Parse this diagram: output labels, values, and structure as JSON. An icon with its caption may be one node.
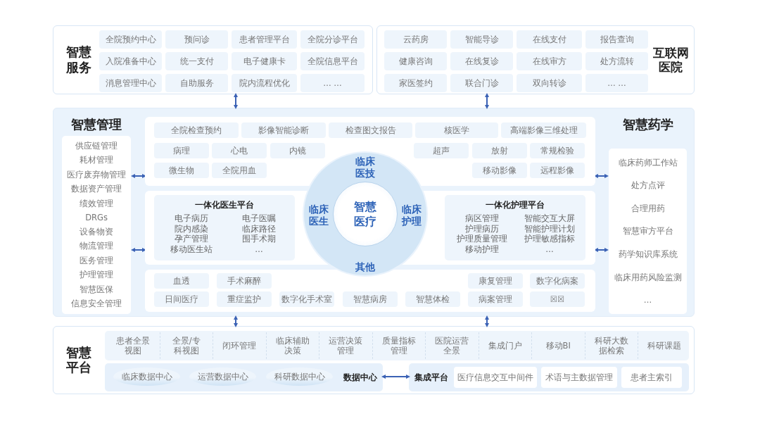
{
  "diagram": {
    "nodes": [
      {
        "text": [
          "智慧服务"
        ]
      },
      {
        "text": [
          "全院预约中心"
        ],
        "in": 0
      },
      {
        "text": [
          "预问诊"
        ],
        "in": 0
      },
      {
        "text": [
          "患者管理平台"
        ],
        "in": 0
      },
      {
        "text": [
          "全院分诊平台"
        ],
        "in": 0
      },
      {
        "text": [
          "入院准备中心"
        ],
        "in": 0
      },
      {
        "text": [
          "统一支付"
        ],
        "in": 0
      },
      {
        "text": [
          "电子健康卡"
        ],
        "in": 0
      },
      {
        "text": [
          "全院信息平台"
        ],
        "in": 0
      },
      {
        "text": [
          "消息管理中心"
        ],
        "in": 0
      },
      {
        "text": [
          "自助服务"
        ],
        "in": 0
      },
      {
        "text": [
          "院内流程优化"
        ],
        "in": 0
      },
      {
        "text": [
          "… …"
        ],
        "in": 0
      },
      {
        "text": [
          "互联网医院"
        ]
      },
      {
        "text": [
          "云药房"
        ],
        "in": 13
      },
      {
        "text": [
          "智能导诊"
        ],
        "in": 13
      },
      {
        "text": [
          "在线支付"
        ],
        "in": 13
      },
      {
        "text": [
          "报告查询"
        ],
        "in": 13
      },
      {
        "text": [
          "健康咨询"
        ],
        "in": 13
      },
      {
        "text": [
          "在线复诊"
        ],
        "in": 13
      },
      {
        "text": [
          "在线审方"
        ],
        "in": 13
      },
      {
        "text": [
          "处方流转"
        ],
        "in": 13
      },
      {
        "text": [
          "家医签约"
        ],
        "in": 13
      },
      {
        "text": [
          "联合门诊"
        ],
        "in": 13
      },
      {
        "text": [
          "双向转诊"
        ],
        "in": 13
      },
      {
        "text": [
          "… …"
        ],
        "in": 13
      },
      {
        "text": [],
        "shape": "box"
      },
      {
        "text": [
          "智慧管理",
          "供应链管理",
          "耗材管理",
          "医疗废弃物管理",
          "数据资产管理",
          "绩效管理",
          "DRGs",
          "设备物资",
          "物流管理",
          "医务管理",
          "护理管理",
          "智慧医保",
          "信息安全管理"
        ],
        "in": 26
      },
      {
        "text": [],
        "shape": "box",
        "in": 26
      },
      {
        "text": [
          "全院检查预约"
        ],
        "in": 28
      },
      {
        "text": [
          "影像智能诊断"
        ],
        "in": 28
      },
      {
        "text": [
          "检查图文报告"
        ],
        "in": 28
      },
      {
        "text": [
          "核医学"
        ],
        "in": 28
      },
      {
        "text": [
          "高端影像三维处理"
        ],
        "in": 28
      },
      {
        "text": [
          "病理"
        ],
        "in": 28
      },
      {
        "text": [
          "心电"
        ],
        "in": 28
      },
      {
        "text": [
          "内镜"
        ],
        "in": 28
      },
      {
        "text": [
          "超声"
        ],
        "in": 28
      },
      {
        "text": [
          "放射"
        ],
        "in": 28
      },
      {
        "text": [
          "常规检验"
        ],
        "in": 28
      },
      {
        "text": [
          "微生物"
        ],
        "in": 28
      },
      {
        "text": [
          "全院用血"
        ],
        "in": 28
      },
      {
        "text": [
          "移动影像"
        ],
        "in": 28
      },
      {
        "text": [
          "远程影像"
        ],
        "in": 28
      },
      {
        "text": [],
        "shape": "box",
        "in": 26
      },
      {
        "text": [
          "一体化医生平台",
          "电子病历",
          "电子医嘱",
          "院内感染",
          "临床路径",
          "孕产管理",
          "围手术期",
          "移动医生站",
          "…"
        ],
        "in": 44
      },
      {
        "text": [
          "一体化护理平台",
          "病区管理",
          "智能交互大屏",
          "护理病历",
          "智能护理计划",
          "护理质量管理",
          "护理敏感指标",
          "移动护理",
          "…"
        ],
        "in": 44
      },
      {
        "text": [],
        "shape": "box",
        "in": 26
      },
      {
        "text": [
          "血透"
        ],
        "in": 47
      },
      {
        "text": [
          "手术麻醉"
        ],
        "in": 47
      },
      {
        "text": [
          "康复管理"
        ],
        "in": 47
      },
      {
        "text": [
          "数字化病案"
        ],
        "in": 47
      },
      {
        "text": [
          "日间医疗"
        ],
        "in": 47
      },
      {
        "text": [
          "重症监护"
        ],
        "in": 47
      },
      {
        "text": [
          "数字化手术室"
        ],
        "in": 47
      },
      {
        "text": [
          "智慧病房"
        ],
        "in": 47
      },
      {
        "text": [
          "智慧体检"
        ],
        "in": 47
      },
      {
        "text": [
          "病案管理"
        ],
        "in": 47
      },
      {
        "text": [
          "☒☒"
        ],
        "in": 47
      },
      {
        "text": [
          "临床医技",
          "临床医生",
          "临床护理",
          "其他"
        ],
        "in": 26
      },
      {
        "text": [
          "智慧医疗"
        ],
        "in": 59
      },
      {
        "text": [
          "智慧药学",
          "临床药师工作站",
          "处方点评",
          "合理用药",
          "智慧审方平台",
          "药学知识库系统",
          "临床用药风险监测",
          "…"
        ],
        "in": 26
      },
      {
        "text": [
          "智慧平台"
        ]
      },
      {
        "text": [
          "患者全景视图"
        ],
        "in": 62
      },
      {
        "text": [
          "全景/专科视图"
        ],
        "in": 62
      },
      {
        "text": [
          "闭环管理"
        ],
        "in": 62
      },
      {
        "text": [
          "临床辅助决策"
        ],
        "in": 62
      },
      {
        "text": [
          "运营决策管理"
        ],
        "in": 62
      },
      {
        "text": [
          "质量指标管理"
        ],
        "in": 62
      },
      {
        "text": [
          "医院运营全景"
        ],
        "in": 62
      },
      {
        "text": [
          "集成门户"
        ],
        "in": 62
      },
      {
        "text": [
          "移动BI"
        ],
        "in": 62
      },
      {
        "text": [
          "科研大数据检索"
        ],
        "in": 62
      },
      {
        "text": [
          "科研课题"
        ],
        "in": 62
      },
      {
        "text": [
          "数据中心"
        ],
        "in": 62
      },
      {
        "text": [
          "临床数据中心"
        ],
        "in": 74
      },
      {
        "text": [
          "运营数据中心"
        ],
        "in": 74
      },
      {
        "text": [
          "科研数据中心"
        ],
        "in": 74
      },
      {
        "text": [
          "集成平台"
        ],
        "in": 62
      },
      {
        "text": [
          "医疗信息交互中间件"
        ],
        "in": 78
      },
      {
        "text": [
          "术语与主数据管理"
        ],
        "in": 78
      },
      {
        "text": [
          "患者主索引"
        ],
        "in": 78
      }
    ],
    "edges": [
      {
        "from": 0,
        "to": 26,
        "arrow": "both"
      },
      {
        "from": 13,
        "to": 26,
        "arrow": "both"
      },
      {
        "from": 27,
        "to": 28,
        "arrow": "both"
      },
      {
        "from": 27,
        "to": 44,
        "arrow": "both"
      },
      {
        "from": 28,
        "to": 61,
        "arrow": "both"
      },
      {
        "from": 44,
        "to": 61,
        "arrow": "both"
      },
      {
        "from": 26,
        "to": 62,
        "arrow": "both"
      },
      {
        "from": 26,
        "to": 62,
        "arrow": "both"
      },
      {
        "from": 74,
        "to": 78,
        "arrow": "both"
      }
    ]
  }
}
